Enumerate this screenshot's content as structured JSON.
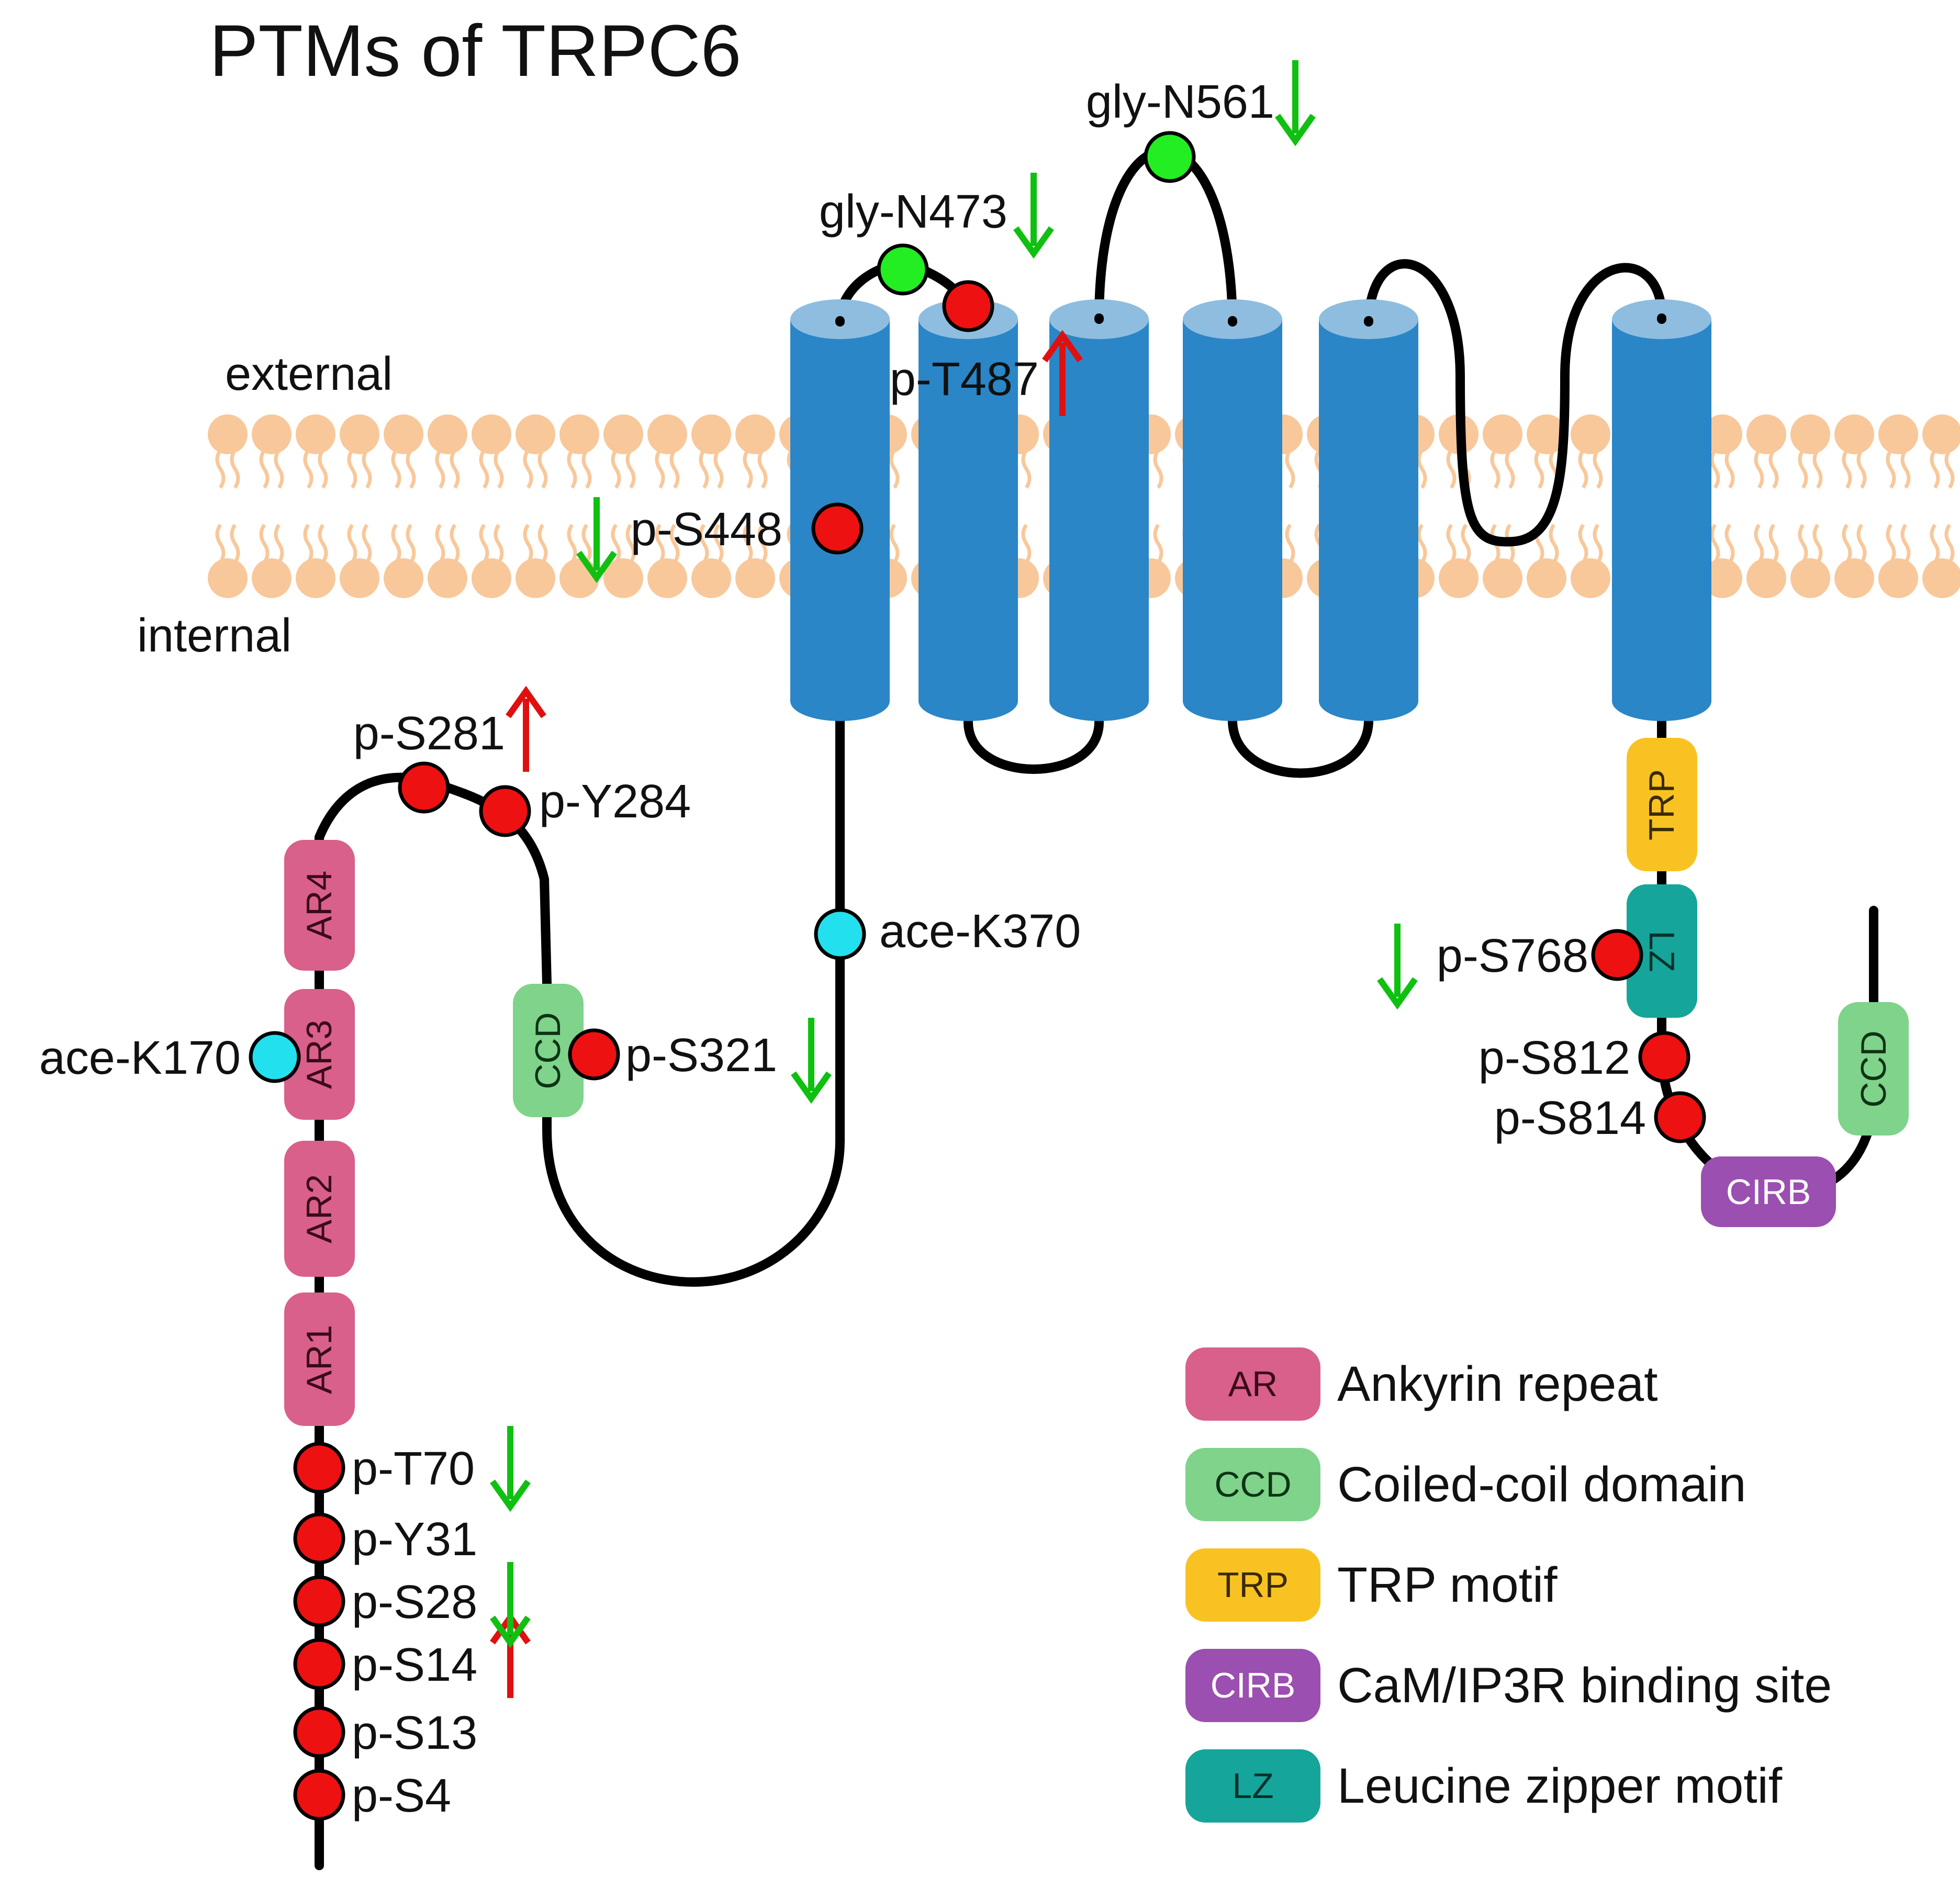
{
  "title": "PTMs of TRPC6",
  "compartments": {
    "external": "external",
    "internal": "internal"
  },
  "colors": {
    "helix": "#2a86c6",
    "helix_top": "#8fbde0",
    "lipid": "#f8c89a",
    "phosphorylation": "#ee1111",
    "glycosylation": "#22ee22",
    "acetylation": "#22e0ee",
    "up_arrow": "#e01010",
    "down_arrow": "#10c010",
    "AR": "#d9608a",
    "CCD": "#7fd38a",
    "TRP": "#f8c322",
    "CIRB": "#9b4fb0",
    "LZ": "#16a59a"
  },
  "domains": {
    "ar1": "AR1",
    "ar2": "AR2",
    "ar3": "AR3",
    "ar4": "AR4",
    "ccd_n": "CCD",
    "ccd_c": "CCD",
    "trp": "TRP",
    "lz": "LZ",
    "cirb": "CIRB"
  },
  "sites": {
    "p_s4": {
      "label": "p-S4",
      "type": "phosphorylation",
      "change": "none"
    },
    "p_s13": {
      "label": "p-S13",
      "type": "phosphorylation",
      "change": "none"
    },
    "p_s14": {
      "label": "p-S14",
      "type": "phosphorylation",
      "change": "up"
    },
    "p_s28": {
      "label": "p-S28",
      "type": "phosphorylation",
      "change": "down"
    },
    "p_y31": {
      "label": "p-Y31",
      "type": "phosphorylation",
      "change": "none"
    },
    "p_t70": {
      "label": "p-T70",
      "type": "phosphorylation",
      "change": "down"
    },
    "ace_k170": {
      "label": "ace-K170",
      "type": "acetylation",
      "change": "none"
    },
    "p_s281": {
      "label": "p-S281",
      "type": "phosphorylation",
      "change": "up"
    },
    "p_y284": {
      "label": "p-Y284",
      "type": "phosphorylation",
      "change": "none"
    },
    "p_s321": {
      "label": "p-S321",
      "type": "phosphorylation",
      "change": "down"
    },
    "ace_k370": {
      "label": "ace-K370",
      "type": "acetylation",
      "change": "none"
    },
    "p_s448": {
      "label": "p-S448",
      "type": "phosphorylation",
      "change": "down"
    },
    "gly_n473": {
      "label": "gly-N473",
      "type": "glycosylation",
      "change": "down"
    },
    "p_t487": {
      "label": "p-T487",
      "type": "phosphorylation",
      "change": "up"
    },
    "gly_n561": {
      "label": "gly-N561",
      "type": "glycosylation",
      "change": "down"
    },
    "p_s768": {
      "label": "p-S768",
      "type": "phosphorylation",
      "change": "down"
    },
    "p_s812": {
      "label": "p-S812",
      "type": "phosphorylation",
      "change": "none"
    },
    "p_s814": {
      "label": "p-S814",
      "type": "phosphorylation",
      "change": "none"
    }
  },
  "legend": [
    {
      "key": "AR",
      "label": "Ankyrin repeat"
    },
    {
      "key": "CCD",
      "label": "Coiled-coil domain"
    },
    {
      "key": "TRP",
      "label": "TRP motif"
    },
    {
      "key": "CIRB",
      "label": "CaM/IP3R binding site"
    },
    {
      "key": "LZ",
      "label": "Leucine zipper motif"
    }
  ]
}
